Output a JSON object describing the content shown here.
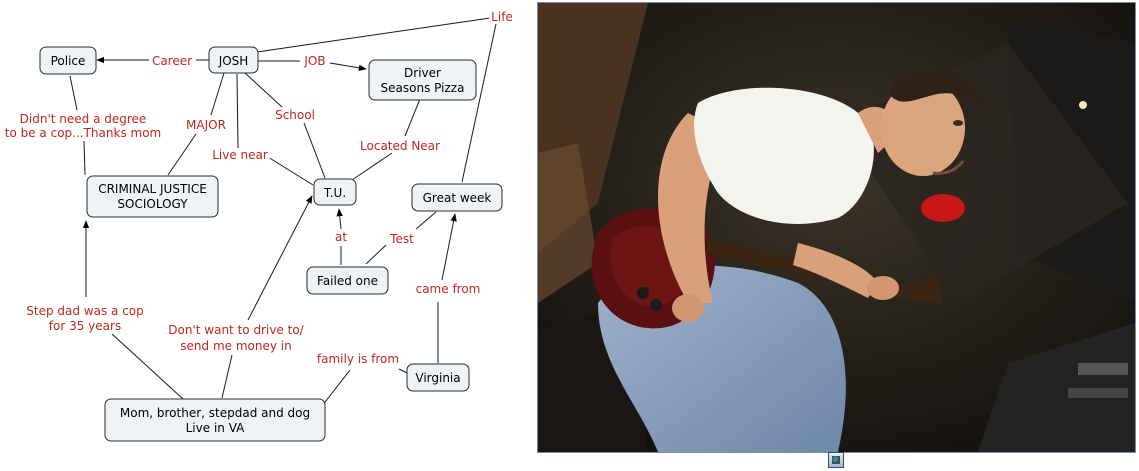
{
  "nodes": {
    "josh": "JOSH",
    "police": "Police",
    "driver": [
      "Driver",
      "Seasons Pizza"
    ],
    "criminal": [
      "CRIMINAL JUSTICE",
      "SOCIOLOGY"
    ],
    "tu": "T.U.",
    "great_week": "Great week",
    "failed_one": "Failed one",
    "virginia": "Virginia",
    "family": [
      "Mom, brother, stepdad and dog",
      "Live in VA"
    ]
  },
  "edge_labels": {
    "life": "Life",
    "career": "Career",
    "job": "JOB",
    "major": "MAJOR",
    "school": "School",
    "live_near": "Live near",
    "located_near": "Located Near",
    "degree": [
      "Didn't need a degree",
      "to be a cop...Thanks mom"
    ],
    "at": "at",
    "test": "Test",
    "step_dad": [
      "Step dad was a cop",
      "for 35 years"
    ],
    "dont_want": [
      "Don't want to drive to/",
      "send me money in"
    ],
    "came_from": "came from",
    "family_is_from": "family is from"
  },
  "colors": {
    "node_fill": "#eef3f7",
    "label_red": "#c0281e"
  },
  "photo": {
    "icon": "image-icon"
  }
}
